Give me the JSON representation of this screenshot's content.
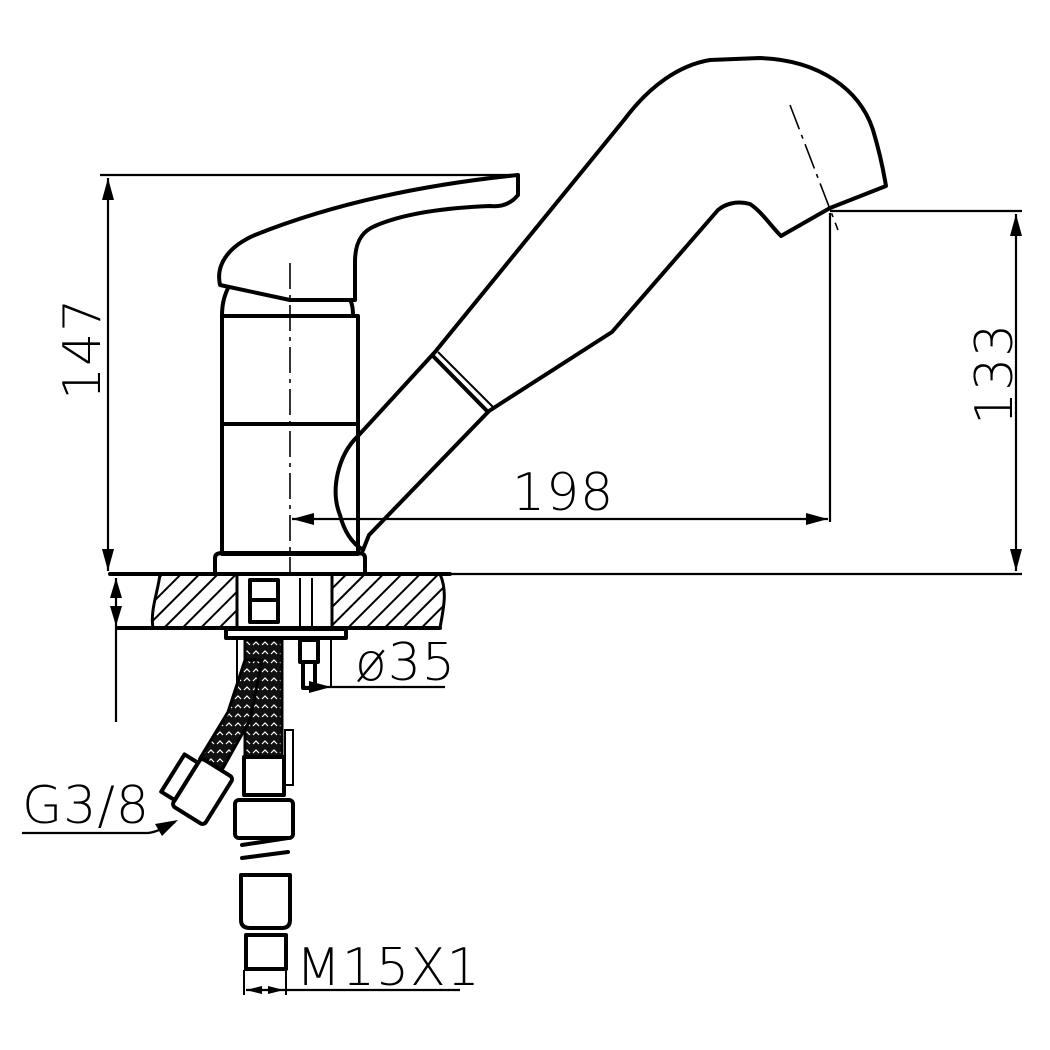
{
  "drawing": {
    "subject": "single-lever kitchen faucet with pull-out spout, side elevation",
    "line_color": "#000000",
    "background": "#ffffff"
  },
  "dimensions": {
    "total_height": "147",
    "spout_height": "133",
    "spout_reach": "198",
    "base_diameter": "ø35",
    "hose_connection": "G3/8",
    "supply_thread": "M15X1"
  }
}
